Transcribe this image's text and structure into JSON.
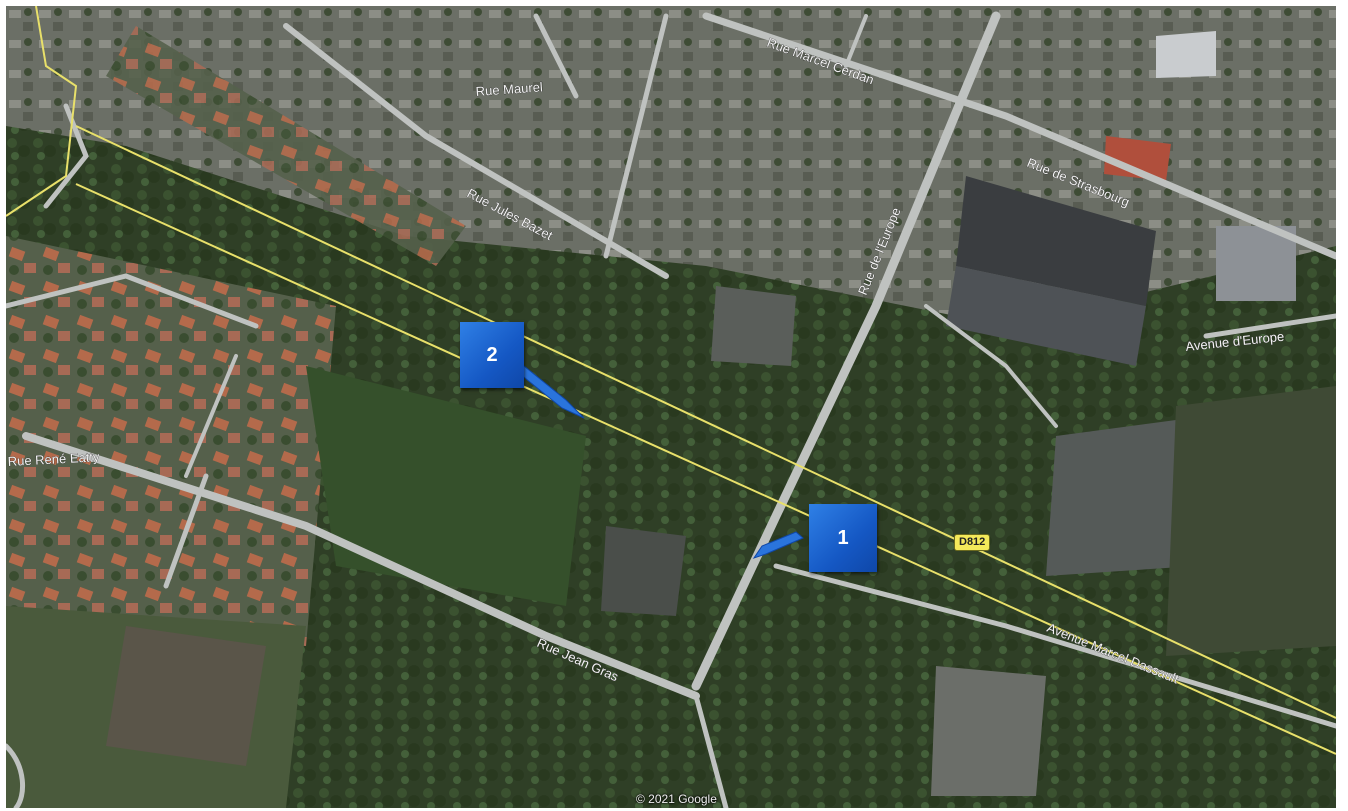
{
  "map": {
    "type": "satellite",
    "copyright": "© 2021 Google",
    "route_badge": "D812",
    "markers": [
      {
        "label": "1"
      },
      {
        "label": "2"
      }
    ],
    "street_labels": [
      "Rue Maurel",
      "Rue Marcel Cerdan",
      "Rue Jules Bazet",
      "Rue René Eatty",
      "Rue Jean Gras",
      "Avenue Marcel Dassault",
      "Rue de l'Europe",
      "Avenue d'Europe",
      "Rue de Strasbourg"
    ],
    "colors": {
      "marker": "#1a5fd0",
      "route_line": "#e8e06a",
      "badge": "#f4e95a"
    },
    "icons": [
      "arrow-icon-1",
      "arrow-icon-2"
    ]
  }
}
